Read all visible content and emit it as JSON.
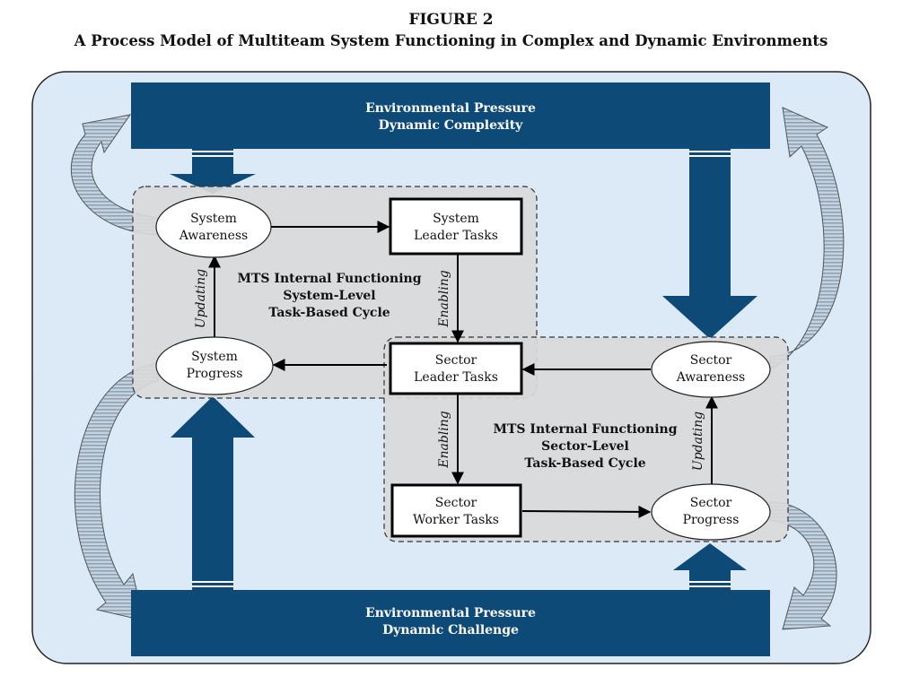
{
  "figure": {
    "number": "FIGURE 2",
    "title": "A Process Model of Multiteam System Functioning in Complex and Dynamic Environments"
  },
  "env_top": {
    "line1": "Environmental Pressure",
    "line2": "Dynamic Complexity"
  },
  "env_bottom": {
    "line1": "Environmental Pressure",
    "line2": "Dynamic Challenge"
  },
  "system_cycle": {
    "line1": "MTS Internal Functioning",
    "line2": "System-Level",
    "line3": "Task-Based Cycle"
  },
  "sector_cycle": {
    "line1": "MTS Internal Functioning",
    "line2": "Sector-Level",
    "line3": "Task-Based Cycle"
  },
  "nodes": {
    "system_awareness": {
      "line1": "System",
      "line2": "Awareness"
    },
    "system_leader_tasks": {
      "line1": "System",
      "line2": "Leader Tasks"
    },
    "system_progress": {
      "line1": "System",
      "line2": "Progress"
    },
    "sector_leader_tasks": {
      "line1": "Sector",
      "line2": "Leader Tasks"
    },
    "sector_awareness": {
      "line1": "Sector",
      "line2": "Awareness"
    },
    "sector_worker_tasks": {
      "line1": "Sector",
      "line2": "Worker Tasks"
    },
    "sector_progress": {
      "line1": "Sector",
      "line2": "Progress"
    }
  },
  "edge_labels": {
    "system_updating": "Updating",
    "system_enabling": "Enabling",
    "sector_enabling": "Enabling",
    "sector_updating": "Updating"
  },
  "colors": {
    "navy": "#0d4a78",
    "light_blue_bg": "#dce9f6",
    "gray_panel": "#d9d9d9",
    "curved_arrow": "#a8bacb"
  }
}
